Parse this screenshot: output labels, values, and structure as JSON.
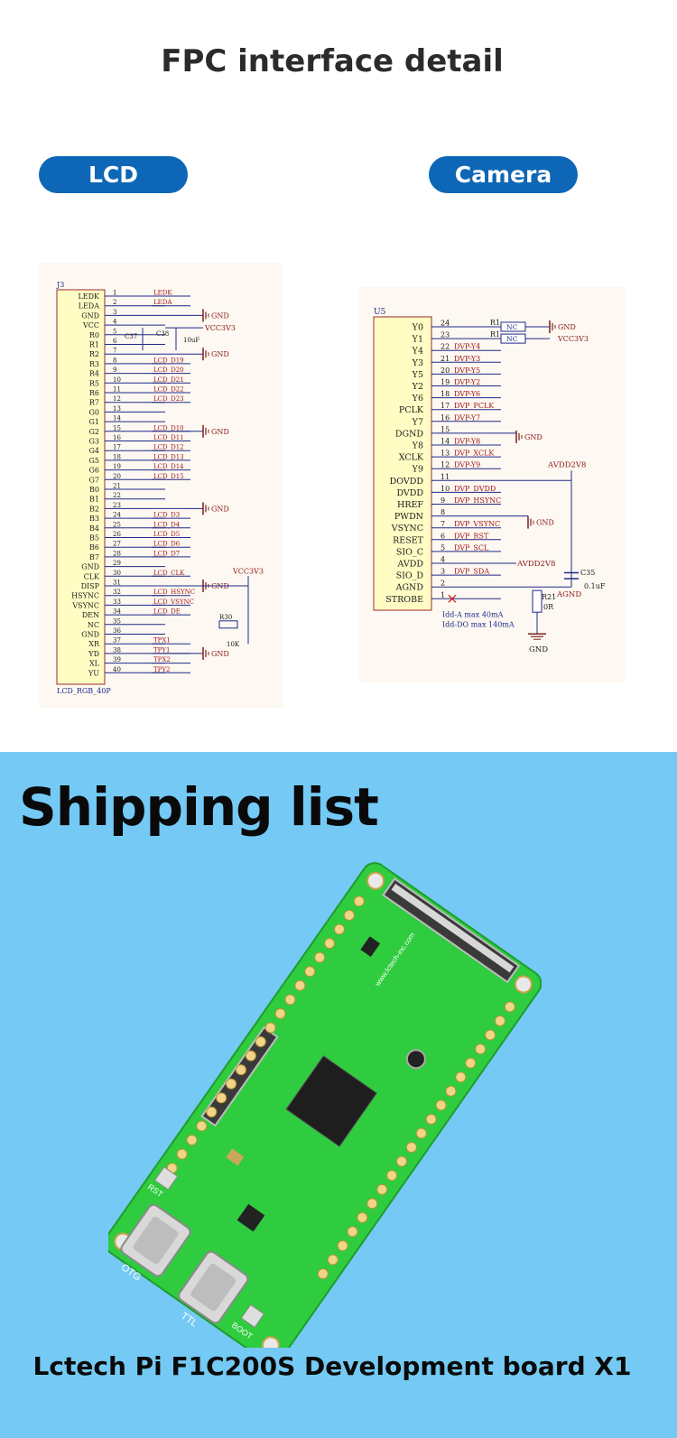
{
  "header": {
    "title": "FPC interface detail"
  },
  "tabs": {
    "lcd": "LCD",
    "camera": "Camera"
  },
  "lcd_schematic": {
    "ref": "J3",
    "footprint": "LCD_RGB_40P",
    "pins": [
      {
        "num": "1",
        "name": "LEDK",
        "net": "LEDK"
      },
      {
        "num": "2",
        "name": "LEDA",
        "net": "LEDA"
      },
      {
        "num": "3",
        "name": "GND",
        "net": ""
      },
      {
        "num": "4",
        "name": "VCC",
        "net": ""
      },
      {
        "num": "5",
        "name": "R0",
        "net": ""
      },
      {
        "num": "6",
        "name": "R1",
        "net": ""
      },
      {
        "num": "7",
        "name": "R2",
        "net": ""
      },
      {
        "num": "8",
        "name": "R3",
        "net": "LCD_D19"
      },
      {
        "num": "9",
        "name": "R4",
        "net": "LCD_D20"
      },
      {
        "num": "10",
        "name": "R5",
        "net": "LCD_D21"
      },
      {
        "num": "11",
        "name": "R6",
        "net": "LCD_D22"
      },
      {
        "num": "12",
        "name": "R7",
        "net": "LCD_D23"
      },
      {
        "num": "13",
        "name": "G0",
        "net": ""
      },
      {
        "num": "14",
        "name": "G1",
        "net": ""
      },
      {
        "num": "15",
        "name": "G2",
        "net": "LCD_D10"
      },
      {
        "num": "16",
        "name": "G3",
        "net": "LCD_D11"
      },
      {
        "num": "17",
        "name": "G4",
        "net": "LCD_D12"
      },
      {
        "num": "18",
        "name": "G5",
        "net": "LCD_D13"
      },
      {
        "num": "19",
        "name": "G6",
        "net": "LCD_D14"
      },
      {
        "num": "20",
        "name": "G7",
        "net": "LCD_D15"
      },
      {
        "num": "21",
        "name": "B0",
        "net": ""
      },
      {
        "num": "22",
        "name": "B1",
        "net": ""
      },
      {
        "num": "23",
        "name": "B2",
        "net": ""
      },
      {
        "num": "24",
        "name": "B3",
        "net": "LCD_D3"
      },
      {
        "num": "25",
        "name": "B4",
        "net": "LCD_D4"
      },
      {
        "num": "26",
        "name": "B5",
        "net": "LCD_D5"
      },
      {
        "num": "27",
        "name": "B6",
        "net": "LCD_D6"
      },
      {
        "num": "28",
        "name": "B7",
        "net": "LCD_D7"
      },
      {
        "num": "29",
        "name": "GND",
        "net": ""
      },
      {
        "num": "30",
        "name": "CLK",
        "net": "LCD_CLK"
      },
      {
        "num": "31",
        "name": "DISP",
        "net": ""
      },
      {
        "num": "32",
        "name": "HSYNC",
        "net": "LCD_HSYNC"
      },
      {
        "num": "33",
        "name": "VSYNC",
        "net": "LCD_VSYNC"
      },
      {
        "num": "34",
        "name": "DEN",
        "net": "LCD_DE"
      },
      {
        "num": "35",
        "name": "NC",
        "net": ""
      },
      {
        "num": "36",
        "name": "GND",
        "net": ""
      },
      {
        "num": "37",
        "name": "XR",
        "net": "TPX1"
      },
      {
        "num": "38",
        "name": "YD",
        "net": "TPY1"
      },
      {
        "num": "39",
        "name": "XL",
        "net": "TPX2"
      },
      {
        "num": "40",
        "name": "YU",
        "net": "TPY2"
      }
    ],
    "labels": {
      "gnd": "GND",
      "vcc": "VCC3V3",
      "c37": "C37",
      "c38": "C38",
      "cap_val": "10uF",
      "r30": "R30",
      "r30_val": "10K"
    }
  },
  "camera_schematic": {
    "ref": "U5",
    "pins": [
      {
        "num": "24",
        "name": "Y0",
        "net": ""
      },
      {
        "num": "23",
        "name": "Y1",
        "net": ""
      },
      {
        "num": "22",
        "name": "Y4",
        "net": "DVP-Y4"
      },
      {
        "num": "21",
        "name": "Y3",
        "net": "DVP-Y3"
      },
      {
        "num": "20",
        "name": "Y5",
        "net": "DVP-Y5"
      },
      {
        "num": "19",
        "name": "Y2",
        "net": "DVP-Y2"
      },
      {
        "num": "18",
        "name": "Y6",
        "net": "DVP-Y6"
      },
      {
        "num": "17",
        "name": "PCLK",
        "net": "DVP_PCLK"
      },
      {
        "num": "16",
        "name": "Y7",
        "net": "DVP-Y7"
      },
      {
        "num": "15",
        "name": "DGND",
        "net": ""
      },
      {
        "num": "14",
        "name": "Y8",
        "net": "DVP-Y8"
      },
      {
        "num": "13",
        "name": "XCLK",
        "net": "DVP_XCLK"
      },
      {
        "num": "12",
        "name": "Y9",
        "net": "DVP-Y9"
      },
      {
        "num": "11",
        "name": "DOVDD",
        "net": ""
      },
      {
        "num": "10",
        "name": "DVDD",
        "net": "DVP_DVDD"
      },
      {
        "num": "9",
        "name": "HREF",
        "net": "DVP_HSYNC"
      },
      {
        "num": "8",
        "name": "PWDN",
        "net": ""
      },
      {
        "num": "7",
        "name": "VSYNC",
        "net": "DVP_VSYNC"
      },
      {
        "num": "6",
        "name": "RESET",
        "net": "DVP_RST"
      },
      {
        "num": "5",
        "name": "SIO_C",
        "net": "DVP_SCL"
      },
      {
        "num": "4",
        "name": "AVDD",
        "net": ""
      },
      {
        "num": "3",
        "name": "SIO_D",
        "net": "DVP_SDA"
      },
      {
        "num": "2",
        "name": "AGND",
        "net": ""
      },
      {
        "num": "1",
        "name": "STROBE",
        "net": ""
      }
    ],
    "labels": {
      "r1a": "R1",
      "r1b": "R1",
      "nc": "NC",
      "gnd": "GND",
      "vcc": "VCC3V3",
      "avdd": "AVDD2V8",
      "c35": "C35",
      "c35_val": "0.1uF",
      "agnd": "AGND",
      "r21": "R21",
      "r21_val": "0R",
      "idd_a": "Idd-A max 40mA",
      "idd_do": "Idd-DO max 140mA"
    }
  },
  "shipping": {
    "title": "Shipping list",
    "caption": "Lctech Pi F1C200S Development board X1",
    "board_marks": {
      "otg": "OTG",
      "ttl": "TTL",
      "boot": "BOOT",
      "rst": "RST",
      "url": "www.lctech-inc.com"
    }
  }
}
